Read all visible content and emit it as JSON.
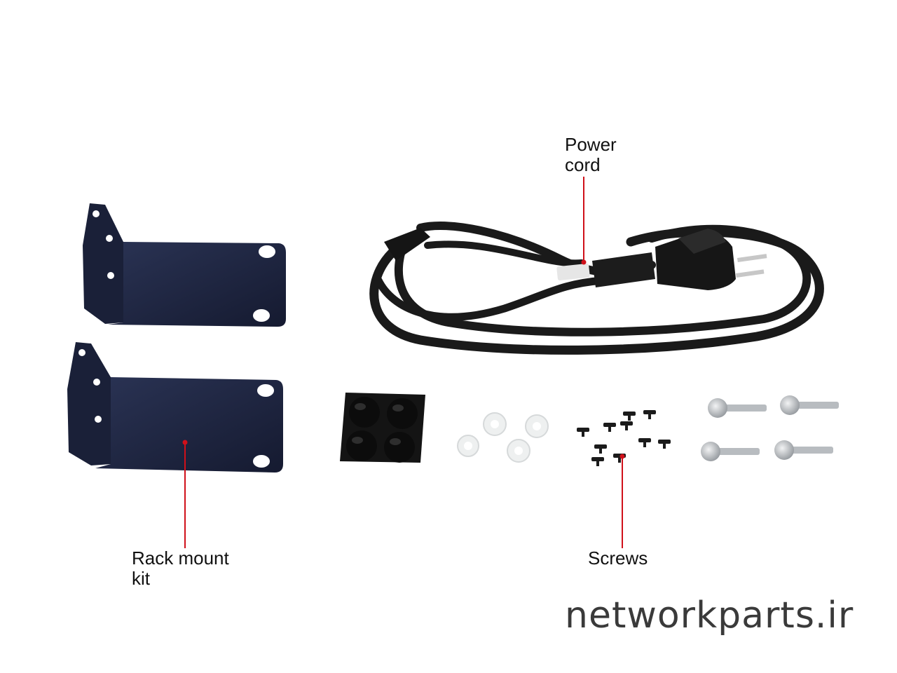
{
  "callouts": {
    "power_cord": "Power\ncord",
    "rack_mount_kit": "Rack mount\nkit",
    "screws": "Screws"
  },
  "watermark": "networkparts.ir",
  "colors": {
    "bracket": "#1d2440",
    "callout_line": "#d0101a",
    "cord": "#1a1a1a",
    "rubber_feet": "#141414",
    "washers": "#eef0f0",
    "screw_metal": "#b8bcc0"
  },
  "objects": [
    "mounting-bracket",
    "mounting-bracket",
    "power-cord",
    "rubber-feet-pad",
    "washer",
    "small-screw",
    "large-screw"
  ]
}
